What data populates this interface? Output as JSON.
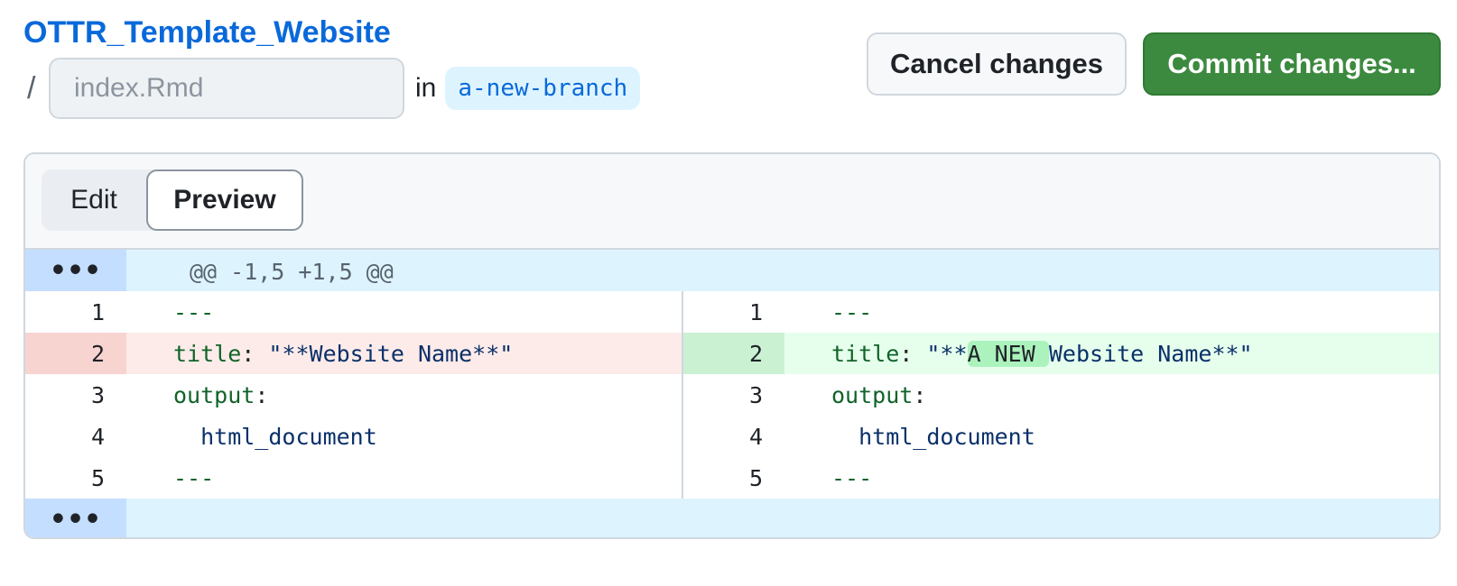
{
  "header": {
    "repo_name": "OTTR_Template_Website",
    "path_separator": "/",
    "filename_placeholder": "index.Rmd",
    "in_label": "in",
    "branch": "a-new-branch",
    "cancel_label": "Cancel changes",
    "commit_label": "Commit changes..."
  },
  "tabs": {
    "edit_label": "Edit",
    "preview_label": "Preview",
    "active": "Preview"
  },
  "diff": {
    "expander_glyph": "•••",
    "hunk_header": "@@ -1,5 +1,5 @@",
    "left": [
      {
        "num": "1",
        "parts": {
          "a": "---"
        }
      },
      {
        "num": "2",
        "parts": {
          "key": "title",
          "colon": ": ",
          "str": "\"**Website Name**\""
        }
      },
      {
        "num": "3",
        "parts": {
          "key": "output",
          "colon": ":"
        }
      },
      {
        "num": "4",
        "parts": {
          "val": "  html_document"
        }
      },
      {
        "num": "5",
        "parts": {
          "a": "---"
        }
      }
    ],
    "right": [
      {
        "num": "1",
        "parts": {
          "a": "---"
        }
      },
      {
        "num": "2",
        "parts": {
          "key": "title",
          "colon": ": ",
          "str_pre": "\"**",
          "added": "A NEW ",
          "str_post": "Website Name**\""
        }
      },
      {
        "num": "3",
        "parts": {
          "key": "output",
          "colon": ":"
        }
      },
      {
        "num": "4",
        "parts": {
          "val": "  html_document"
        }
      },
      {
        "num": "5",
        "parts": {
          "a": "---"
        }
      }
    ]
  },
  "colors": {
    "link": "#0969da",
    "commit_button": "#3c8a3f",
    "deletion_bg": "#fdebe9",
    "addition_bg": "#e6ffec",
    "added_highlight": "#abf2bc",
    "hunk_bg": "#ddf4ff"
  }
}
